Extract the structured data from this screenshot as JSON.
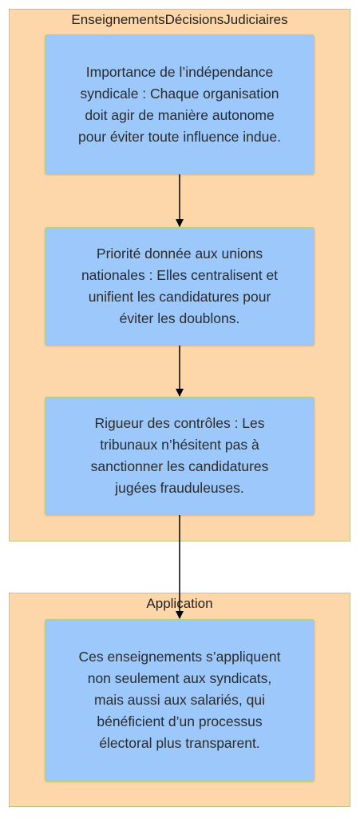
{
  "clusters": [
    {
      "label": "EnseignementsDécisionsJudiciaires",
      "nodes": [
        "Importance de l’indépendance syndicale : Chaque organisation doit agir de manière autonome pour éviter toute influence indue.",
        "Priorité donnée aux unions nationales : Elles centralisent et unifient les candidatures pour éviter les doublons.",
        "Rigueur des contrôles : Les tribunaux n’hésitent pas à sanctionner les candidatures jugées frauduleuses."
      ]
    },
    {
      "label": "Application",
      "nodes": [
        "Ces enseignements s’appliquent non seulement aux syndicats, mais aussi aux salariés, qui bénéficient d’un processus électoral plus transparent."
      ]
    }
  ],
  "colors": {
    "cluster_fill": "#fdd6a9",
    "cluster_border": "#b7c98a",
    "node_fill": "#9cc8fb",
    "node_border": "#b9cf7c",
    "edge": "#000000"
  }
}
